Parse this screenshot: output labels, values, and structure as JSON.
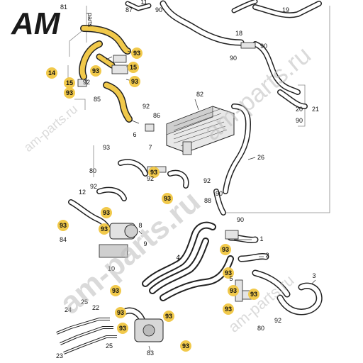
{
  "logo": {
    "main": "AM",
    "side": "parts",
    "brand_color": "#1a1a1a"
  },
  "watermarks": {
    "small_left": "am-parts.ru",
    "center": "am-parts.ru",
    "top_right": "am-parts.ru",
    "bottom_right": "am-parts.ru"
  },
  "highlight_color": "#f1c94b",
  "callouts_highlighted": [
    "93",
    "14",
    "15",
    "93",
    "93",
    "15",
    "93",
    "93",
    "93",
    "93",
    "93",
    "93",
    "93",
    "93",
    "93",
    "93",
    "93",
    "93",
    "93",
    "93",
    "93",
    "93"
  ],
  "callouts_plain": [
    "81",
    "87",
    "11",
    "90",
    "19",
    "18",
    "90",
    "90",
    "92",
    "85",
    "82",
    "20",
    "21",
    "90",
    "92",
    "86",
    "6",
    "93",
    "7",
    "80",
    "26",
    "92",
    "12",
    "92",
    "90",
    "88",
    "92",
    "8",
    "90",
    "1",
    "84",
    "9",
    "10",
    "4",
    "2",
    "3",
    "5",
    "80",
    "92",
    "24",
    "25",
    "22",
    "23",
    "25",
    "83"
  ]
}
